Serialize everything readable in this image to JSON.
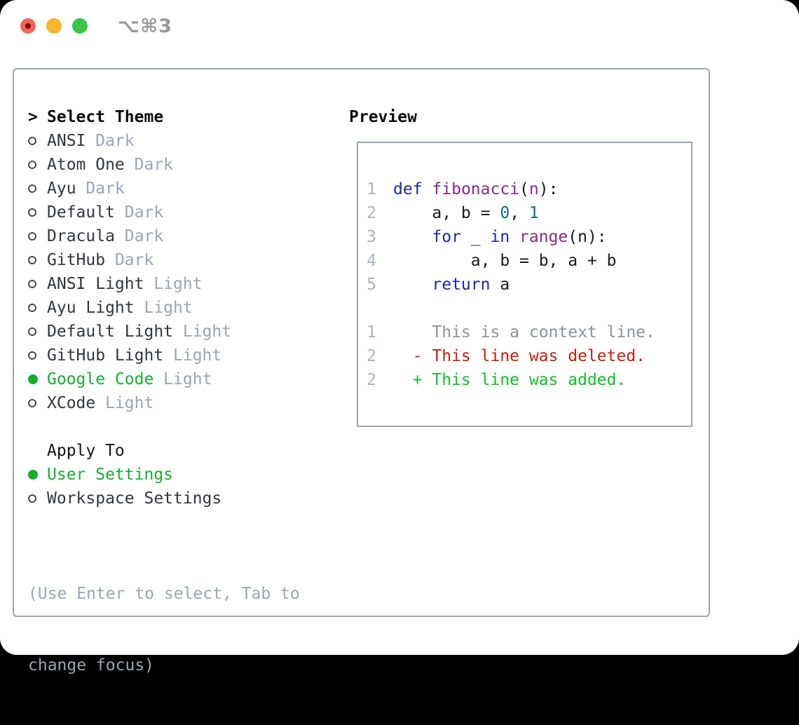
{
  "window": {
    "title": "⌥⌘3"
  },
  "theme_list": {
    "prompt": ">",
    "heading": "Select Theme",
    "items": [
      {
        "name": "ANSI",
        "variant": "Dark",
        "selected": false
      },
      {
        "name": "Atom One",
        "variant": "Dark",
        "selected": false
      },
      {
        "name": "Ayu",
        "variant": "Dark",
        "selected": false
      },
      {
        "name": "Default",
        "variant": "Dark",
        "selected": false
      },
      {
        "name": "Dracula",
        "variant": "Dark",
        "selected": false
      },
      {
        "name": "GitHub",
        "variant": "Dark",
        "selected": false
      },
      {
        "name": "ANSI Light",
        "variant": "Light",
        "selected": false
      },
      {
        "name": "Ayu Light",
        "variant": "Light",
        "selected": false
      },
      {
        "name": "Default Light",
        "variant": "Light",
        "selected": false
      },
      {
        "name": "GitHub Light",
        "variant": "Light",
        "selected": false
      },
      {
        "name": "Google Code",
        "variant": "Light",
        "selected": true
      },
      {
        "name": "XCode",
        "variant": "Light",
        "selected": false
      }
    ]
  },
  "apply_to": {
    "heading": "Apply To",
    "options": [
      {
        "label": "User Settings",
        "selected": true
      },
      {
        "label": "Workspace Settings",
        "selected": false
      }
    ]
  },
  "help_text": {
    "line1": "(Use Enter to select, Tab to",
    "line2": "change focus)"
  },
  "preview": {
    "heading": "Preview",
    "code_lines": [
      {
        "number": "1",
        "tokens": [
          {
            "text": "def",
            "style": "kwd"
          },
          {
            "text": " ",
            "style": "pln"
          },
          {
            "text": "fibonacci",
            "style": "typ"
          },
          {
            "text": "(",
            "style": "pln"
          },
          {
            "text": "n",
            "style": "typ"
          },
          {
            "text": "):",
            "style": "pln"
          }
        ]
      },
      {
        "number": "2",
        "tokens": [
          {
            "text": "    a, b = ",
            "style": "pln"
          },
          {
            "text": "0",
            "style": "lit"
          },
          {
            "text": ", ",
            "style": "pln"
          },
          {
            "text": "1",
            "style": "lit"
          }
        ]
      },
      {
        "number": "3",
        "tokens": [
          {
            "text": "    ",
            "style": "pln"
          },
          {
            "text": "for",
            "style": "kwd"
          },
          {
            "text": " _ ",
            "style": "pln"
          },
          {
            "text": "in",
            "style": "kwd"
          },
          {
            "text": " ",
            "style": "pln"
          },
          {
            "text": "range",
            "style": "typ"
          },
          {
            "text": "(n):",
            "style": "pln"
          }
        ]
      },
      {
        "number": "4",
        "tokens": [
          {
            "text": "        a, b = b, a + b",
            "style": "pln"
          }
        ]
      },
      {
        "number": "5",
        "tokens": [
          {
            "text": "    ",
            "style": "pln"
          },
          {
            "text": "return",
            "style": "kwd"
          },
          {
            "text": " a",
            "style": "pln"
          }
        ]
      }
    ],
    "diff_lines": [
      {
        "number": "1",
        "text": "    This is a context line.",
        "kind": "context"
      },
      {
        "number": "2",
        "text": "  - This line was deleted.",
        "kind": "deleted"
      },
      {
        "number": "2",
        "text": "  + This line was added.",
        "kind": "added"
      }
    ]
  },
  "colors": {
    "border": "#9aa4ae",
    "text": "#32373e",
    "heading": "#0d0e10",
    "muted": "#9ba6b2",
    "green-sel": "#16ae32",
    "lineno": "#a9b5c2",
    "kwd": "#2127a5",
    "typ": "#8d2591",
    "lit": "#136f71",
    "pln": "#191b1e",
    "diff-ctx": "#8d939b",
    "diff-del": "#c9200f",
    "diff-add": "#0dc227",
    "light-red": "#f4635b",
    "light-red-dot": "#7e0f08",
    "light-yellow": "#f6b62d",
    "light-green": "#3cc34b",
    "title-gray": "#97989c"
  }
}
